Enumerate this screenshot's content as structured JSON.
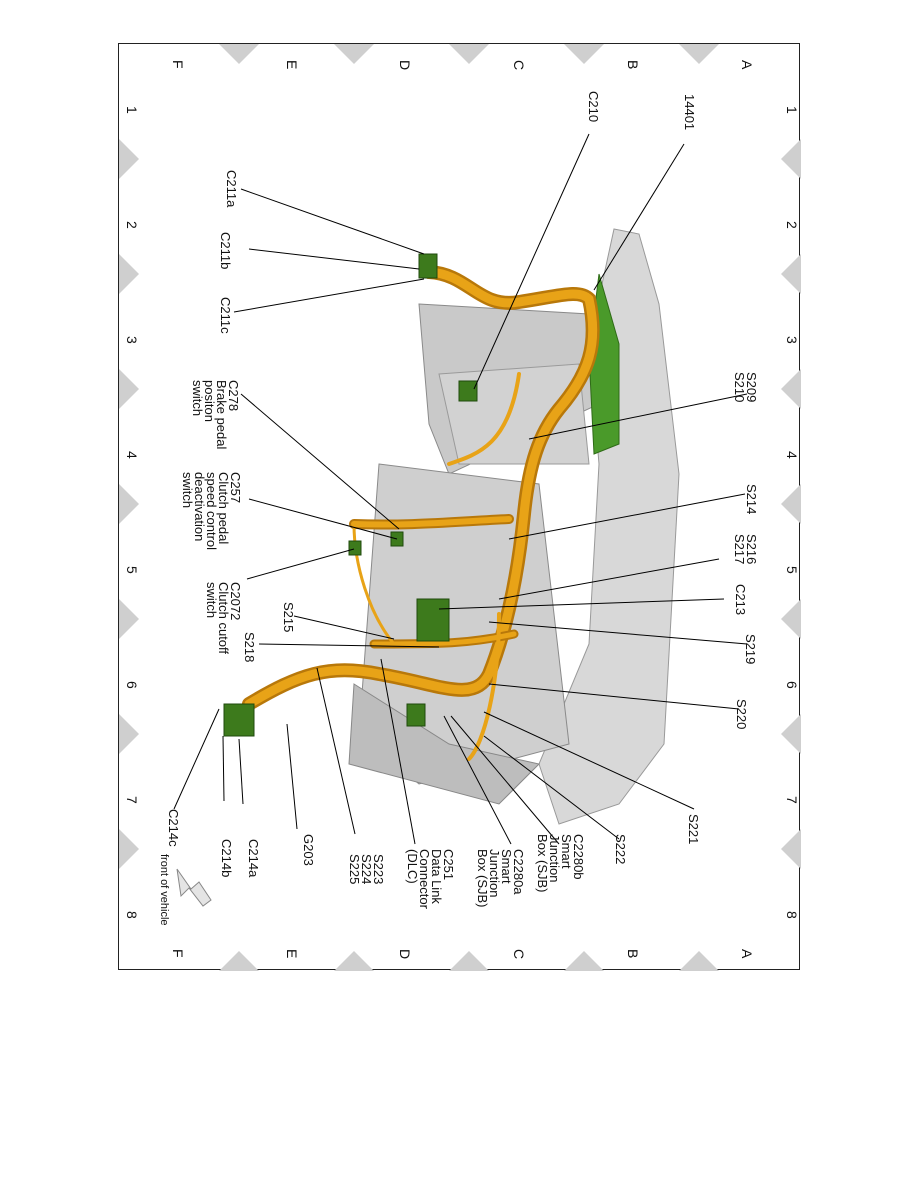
{
  "grid": {
    "rows": [
      "A",
      "B",
      "C",
      "D",
      "E",
      "F"
    ],
    "cols": [
      "1",
      "2",
      "3",
      "4",
      "5",
      "6",
      "7",
      "8"
    ]
  },
  "callouts": {
    "c14401": "14401",
    "c210": "C210",
    "c211a": "C211a",
    "c211b": "C211b",
    "c211c": "C211c",
    "s209": [
      "S209",
      "S210"
    ],
    "c278": [
      "C278",
      "Brake pedal",
      "positon",
      "switch"
    ],
    "s214": "S214",
    "c257": [
      "C257",
      "Clutch pedal",
      "speed control",
      "deactivation",
      "switch"
    ],
    "s216": [
      "S216",
      "S217"
    ],
    "c2072": [
      "C2072",
      "Clutch cutoff",
      "switch"
    ],
    "c213": "C213",
    "s215": "S215",
    "s219": "S219",
    "s218": "S218",
    "s220": "S220",
    "s221": "S221",
    "s222": "S222",
    "c2280b": [
      "C2280b",
      "Smart",
      "Junction",
      "Box (SJB)"
    ],
    "c2280a": [
      "C2280a",
      "Smart",
      "Junction",
      "Box (SJB)"
    ],
    "c251": [
      "C251",
      "Data Link",
      "Connector",
      "(DLC)"
    ],
    "s223": [
      "S223",
      "S224",
      "S225"
    ],
    "g203": "G203",
    "c214a": "C214a",
    "c214b": "C214b",
    "c214c": "C214c",
    "front": "front of vehicle"
  },
  "colors": {
    "harness": "#e8a317",
    "harness_dark": "#b8780a",
    "connector": "#3d7a1c",
    "body_gray": "#c9c9c9",
    "tab_gray": "#cfcfcf"
  }
}
